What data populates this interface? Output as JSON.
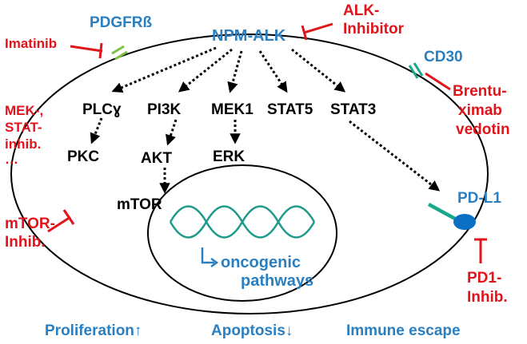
{
  "labels": {
    "pdgfrb": "PDGFRß",
    "npm_alk": "NPM-ALK",
    "cd30": "CD30",
    "plcg": "PLCɣ",
    "pi3k": "PI3K",
    "mek1": "MEK1",
    "stat5": "STAT5",
    "stat3": "STAT3",
    "pkc": "PKC",
    "akt": "AKT",
    "erk": "ERK",
    "mtor": "mTOR",
    "pd_l1": "PD-L1",
    "oncogenic_1": "oncogenic",
    "oncogenic_2": "pathways"
  },
  "inhibitors": {
    "imatinib": "Imatinib",
    "alk_inhibitor_1": "ALK-",
    "alk_inhibitor_2": "Inhibitor",
    "brentuximab_1": "Brentu-",
    "brentuximab_2": "ximab",
    "brentuximab_3": "vedotin",
    "mek_stat_1": "MEK-,",
    "mek_stat_2": "STAT-",
    "mek_stat_3": "inhib.",
    "mek_stat_4": "…",
    "mtor_inhib_1": "mTOR-",
    "mtor_inhib_2": "Inhib.",
    "pd1_inhib_1": "PD1-",
    "pd1_inhib_2": "Inhib."
  },
  "outcomes": {
    "proliferation": "Proliferation↑",
    "apoptosis": "Apoptosis↓",
    "immune_escape": "Immune escape"
  },
  "colors": {
    "label_blue": "#2a7fc1",
    "inhibitor_red": "#e0141b",
    "dna_green": "#1e9a8a",
    "receptor_green": "#7cc242",
    "cd30_green": "#1aa88a",
    "pdl1_blue": "#0b6fc4"
  }
}
